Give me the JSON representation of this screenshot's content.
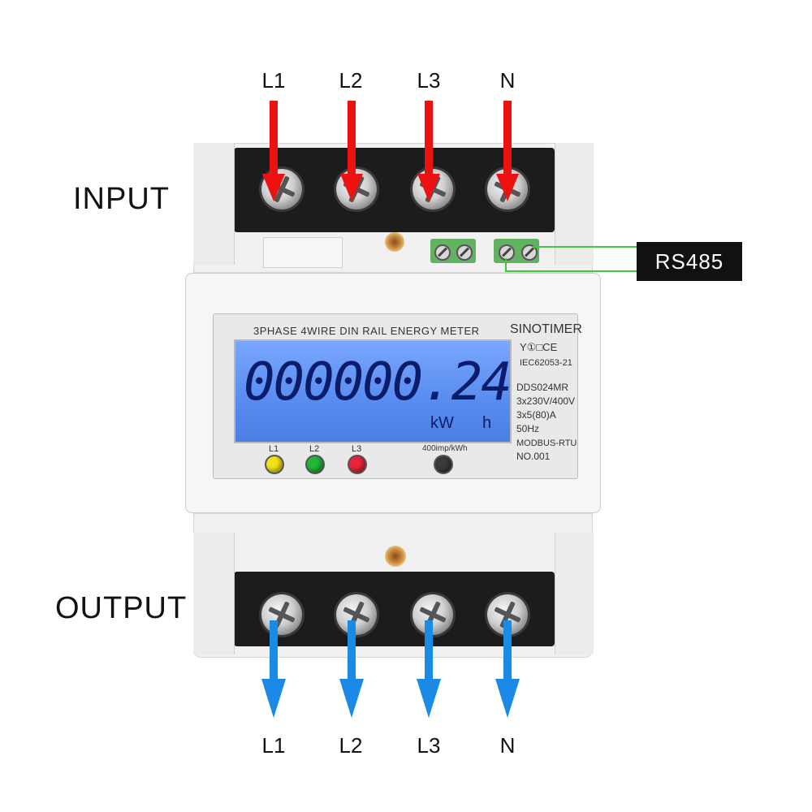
{
  "input": {
    "side_label": "INPUT",
    "terminals": [
      "L1",
      "L2",
      "L3",
      "N"
    ],
    "arrow_color": "#ee1111"
  },
  "output": {
    "side_label": "OUTPUT",
    "terminals": [
      "L1",
      "L2",
      "L3",
      "N"
    ],
    "arrow_color": "#1a8ae6"
  },
  "rs485": {
    "label": "RS485",
    "line_color": "#3ec93e"
  },
  "meter": {
    "title": "3PHASE 4WIRE DIN RAIL ENERGY METER",
    "brand": "SINOTIMER",
    "certifications": "Y①□CE",
    "standard": "IEC62053-21",
    "model": "DDS024MR",
    "voltage": "3x230V/400V",
    "current": "3x5(80)A",
    "frequency": "50Hz",
    "protocol": "MODBUS-RTU",
    "number": "NO.001",
    "lcd_reading": "000000.24",
    "lcd_unit_kw": "kW",
    "lcd_unit_h": "h",
    "pulse_label": "400imp/kWh",
    "leds": [
      {
        "label": "L1",
        "color": "#f2e21a"
      },
      {
        "label": "L2",
        "color": "#22b83a"
      },
      {
        "label": "L3",
        "color": "#e8243a"
      }
    ],
    "pulse_led_color": "#3a3a3a",
    "lcd_color": "#5a8ef0"
  }
}
